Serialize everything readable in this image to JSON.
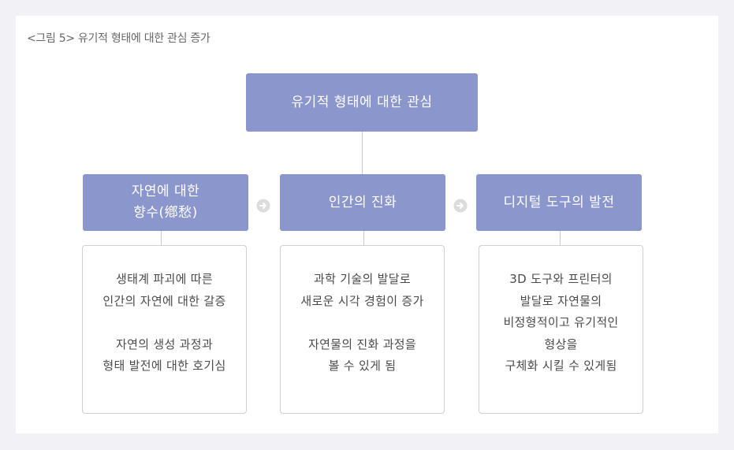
{
  "caption": "<그림 5> 유기적 형태에 대한 관심 증가",
  "root": {
    "label": "유기적 형태에 대한 관심"
  },
  "columns": [
    {
      "heading": "자연에 대한\n향수(鄕愁)",
      "body": "생태계 파괴에 따른\n인간의 자연에 대한 갈증\n\n자연의 생성 과정과\n형태 발전에 대한 호기심"
    },
    {
      "heading": "인간의 진화",
      "body": "과학 기술의 발달로\n새로운 시각 경험이 증가\n\n자연물의 진화 과정을\n볼 수 있게 됨"
    },
    {
      "heading": "디지털 도구의 발전",
      "body": "3D 도구와 프린터의\n발달로 자연물의\n비정형적이고 유기적인\n형상을\n구체화 시킬 수 있게됨"
    }
  ],
  "arrow_icon": "arrow-right-circle-icon",
  "colors": {
    "box_fill": "#8a96cc",
    "background": "#f1f1f6",
    "arrow": "#dcdcdf"
  }
}
